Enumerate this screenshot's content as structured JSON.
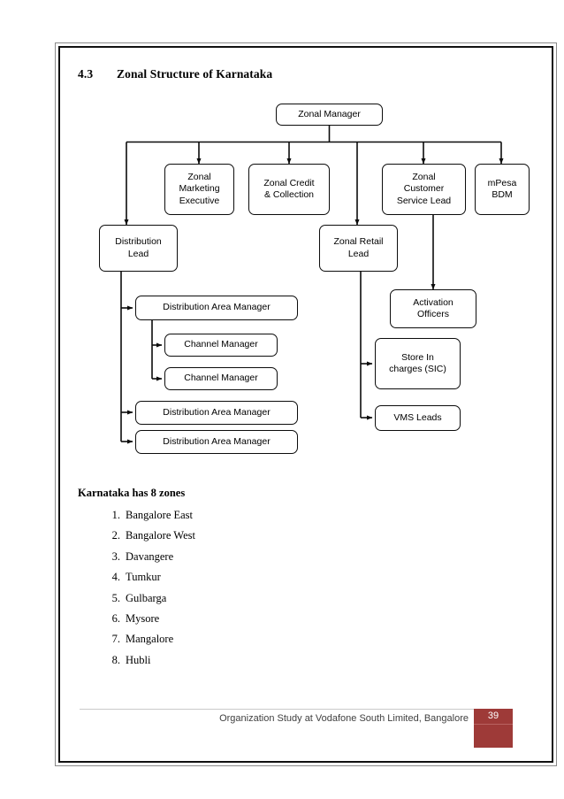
{
  "heading": {
    "number": "4.3",
    "text": "Zonal Structure of Karnataka"
  },
  "chart": {
    "type": "org-chart",
    "nodes": {
      "zonal_manager": "Zonal Manager",
      "zonal_marketing_executive": "Zonal\nMarketing\nExecutive",
      "zonal_credit_collection": "Zonal Credit\n& Collection",
      "zonal_customer_service_lead": "Zonal\nCustomer\nService Lead",
      "mpesa_bdm": "mPesa\nBDM",
      "distribution_lead": "Distribution\nLead",
      "zonal_retail_lead": "Zonal Retail\nLead",
      "activation_officers": "Activation\nOfficers",
      "distribution_area_manager_1": "Distribution Area Manager",
      "distribution_area_manager_2": "Distribution Area Manager",
      "distribution_area_manager_3": "Distribution Area Manager",
      "channel_manager_1": "Channel Manager",
      "channel_manager_2": "Channel Manager",
      "store_in_charges": "Store In\ncharges (SIC)",
      "vms_leads": "VMS Leads"
    },
    "edges": [
      {
        "from": "zonal_manager",
        "to": "distribution_lead"
      },
      {
        "from": "zonal_manager",
        "to": "zonal_marketing_executive"
      },
      {
        "from": "zonal_manager",
        "to": "zonal_credit_collection"
      },
      {
        "from": "zonal_manager",
        "to": "zonal_retail_lead"
      },
      {
        "from": "zonal_manager",
        "to": "zonal_customer_service_lead"
      },
      {
        "from": "zonal_manager",
        "to": "mpesa_bdm"
      },
      {
        "from": "distribution_lead",
        "to": "distribution_area_manager_1"
      },
      {
        "from": "distribution_lead",
        "to": "distribution_area_manager_2"
      },
      {
        "from": "distribution_lead",
        "to": "distribution_area_manager_3"
      },
      {
        "from": "distribution_area_manager_1",
        "to": "channel_manager_1"
      },
      {
        "from": "distribution_area_manager_1",
        "to": "channel_manager_2"
      },
      {
        "from": "zonal_customer_service_lead",
        "to": "activation_officers"
      },
      {
        "from": "zonal_retail_lead",
        "to": "store_in_charges"
      },
      {
        "from": "zonal_retail_lead",
        "to": "vms_leads"
      }
    ]
  },
  "zones": {
    "title": "Karnataka has 8 zones",
    "items": [
      "Bangalore East",
      "Bangalore West",
      "Davangere",
      "Tumkur",
      "Gulbarga",
      "Mysore",
      "Mangalore",
      "Hubli"
    ]
  },
  "footer": {
    "text": "Organization Study at Vodafone South Limited, Bangalore",
    "page_number": "39",
    "accent_color": "#9e3a38"
  }
}
